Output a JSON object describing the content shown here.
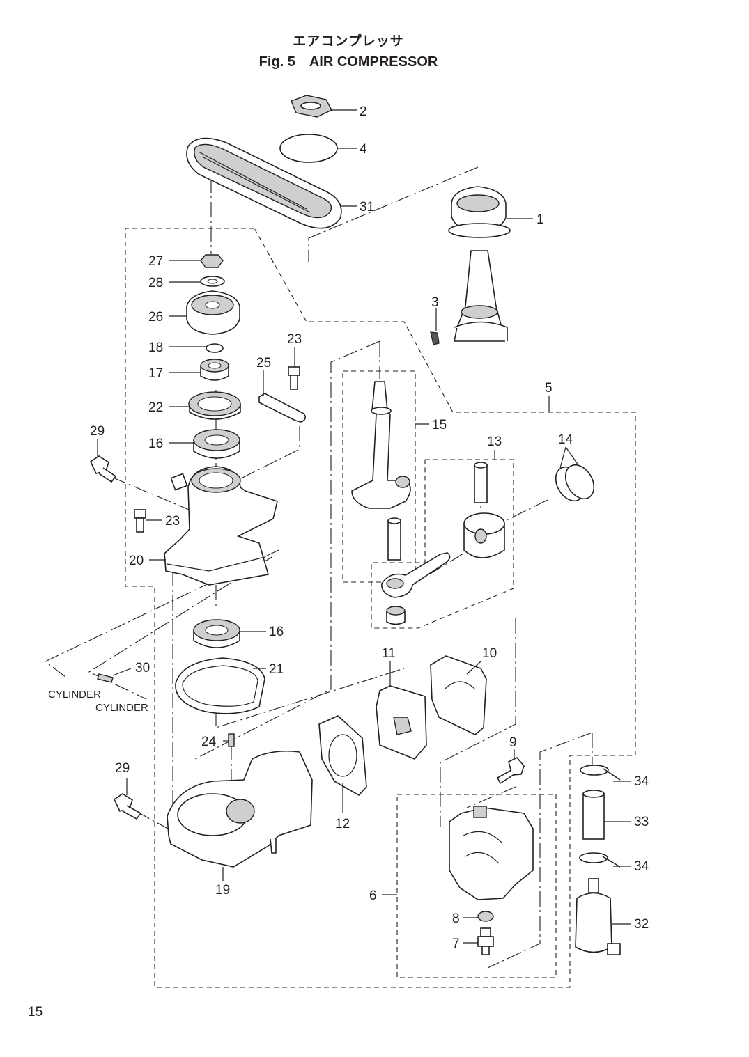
{
  "header": {
    "title_jp": "エアコンプレッサ",
    "title_en": "Fig. 5　AIR COMPRESSOR"
  },
  "page_number": "15",
  "callouts": {
    "c1": "1",
    "c2": "2",
    "c3": "3",
    "c4": "4",
    "c5": "5",
    "c6": "6",
    "c7": "7",
    "c8": "8",
    "c9": "9",
    "c10": "10",
    "c11": "11",
    "c12": "12",
    "c13": "13",
    "c14": "14",
    "c15": "15",
    "c16a": "16",
    "c16b": "16",
    "c17": "17",
    "c18": "18",
    "c19": "19",
    "c20": "20",
    "c21": "21",
    "c22": "22",
    "c23a": "23",
    "c23b": "23",
    "c24": "24",
    "c25": "25",
    "c26": "26",
    "c27": "27",
    "c28": "28",
    "c29a": "29",
    "c29b": "29",
    "c30": "30",
    "c31": "31",
    "c32": "32",
    "c33": "33",
    "c34a": "34",
    "c34b": "34"
  },
  "references": {
    "cylinder_1": "CYLINDER",
    "cylinder_2": "CYLINDER"
  }
}
